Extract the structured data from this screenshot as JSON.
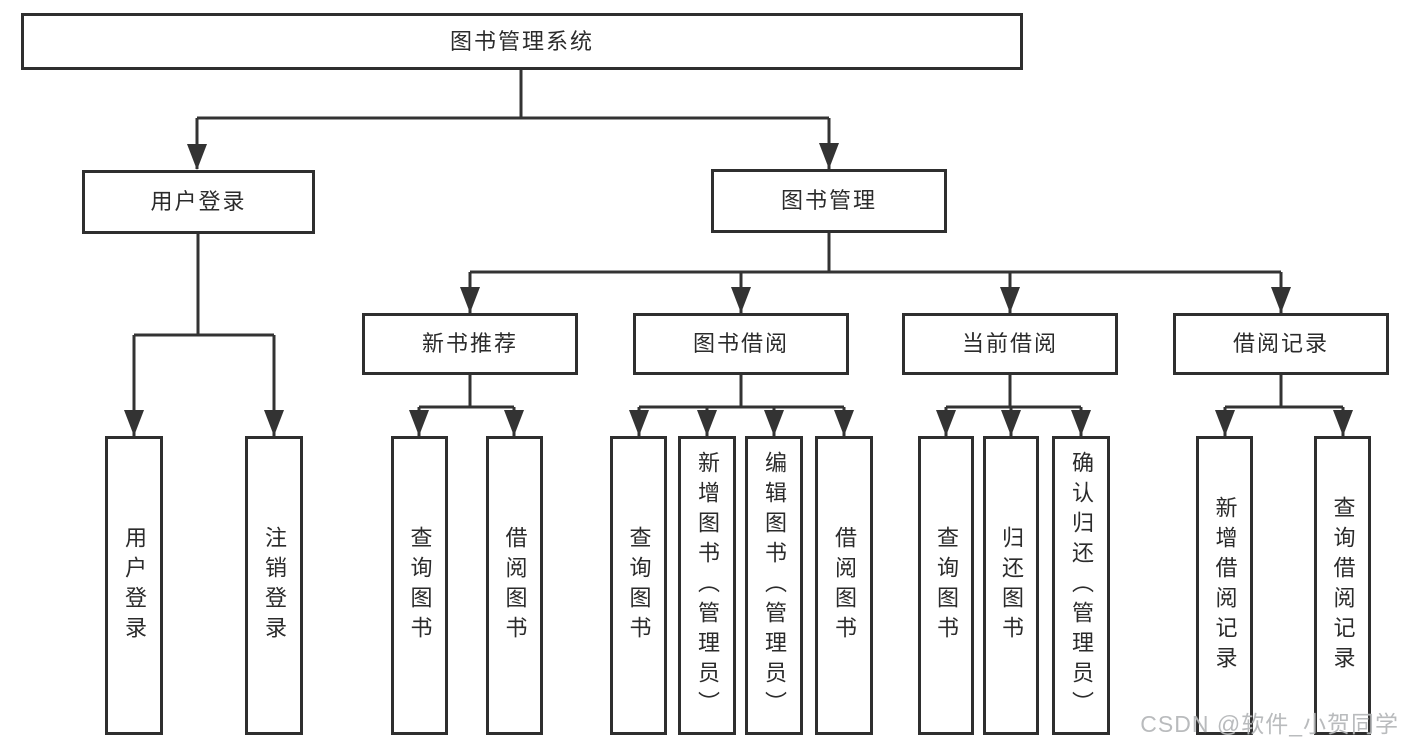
{
  "page": {
    "background": "#ffffff"
  },
  "diagram": {
    "type": "tree",
    "line_color": "#333333",
    "box_fill": "#ffffff",
    "box_border": "#2f2f2f",
    "text_color": "#2b2b2b",
    "root": {
      "label": "图书管理系统"
    },
    "branches": [
      {
        "label": "用户登录",
        "children": [
          {
            "label": "用户登录"
          },
          {
            "label": "注销登录"
          }
        ]
      },
      {
        "label": "图书管理",
        "children": [
          {
            "label": "新书推荐",
            "children": [
              {
                "label": "查询图书"
              },
              {
                "label": "借阅图书"
              }
            ]
          },
          {
            "label": "图书借阅",
            "children": [
              {
                "label": "查询图书"
              },
              {
                "label": "新增图书（管理员）"
              },
              {
                "label": "编辑图书（管理员）"
              },
              {
                "label": "借阅图书"
              }
            ]
          },
          {
            "label": "当前借阅",
            "children": [
              {
                "label": "查询图书"
              },
              {
                "label": "归还图书"
              },
              {
                "label": "确认归还（管理员）"
              }
            ]
          },
          {
            "label": "借阅记录",
            "children": [
              {
                "label": "新增借阅记录"
              },
              {
                "label": "查询借阅记录"
              }
            ]
          }
        ]
      }
    ]
  },
  "watermark": {
    "text": "CSDN @软件_小贺同学",
    "color": "#b6b8ba"
  }
}
